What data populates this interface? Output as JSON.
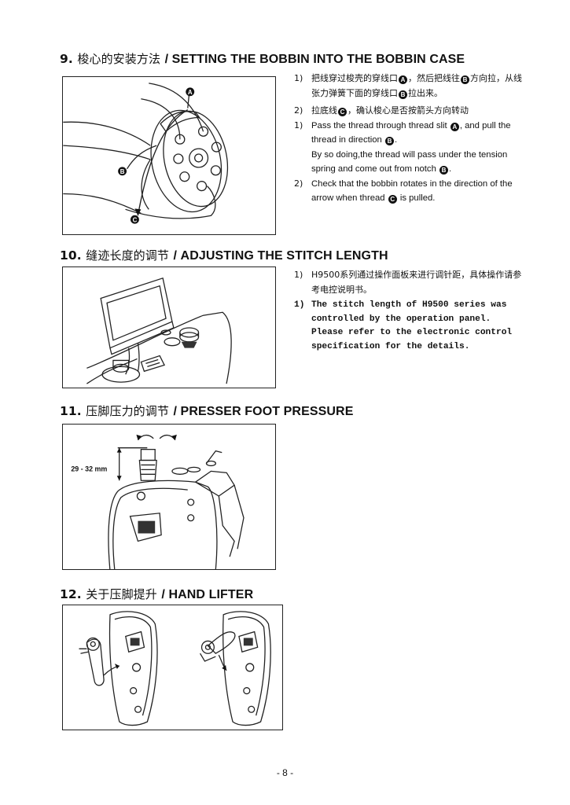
{
  "sections": [
    {
      "num": "9.",
      "zh": "梭心的安装方法",
      "en": "/ SETTING THE BOBBIN INTO THE BOBBIN CASE",
      "labels": [
        "A",
        "B",
        "C"
      ],
      "steps_zh": [
        {
          "label": "1)",
          "parts": [
            "把线穿过梭壳的穿线口",
            "A",
            "，然后把线往",
            "B",
            "方向拉，从线张力弹簧下面的穿线口",
            "B",
            "拉出来。"
          ]
        },
        {
          "label": "2)",
          "parts": [
            "拉底线",
            "C",
            "，确认梭心是否按箭头方向转动"
          ]
        }
      ],
      "steps_en": [
        {
          "label": "1)",
          "parts": [
            "Pass the thread through thread slit ",
            "A",
            ", and pull the thread in direction ",
            "B",
            ".",
            " By so doing,the thread will pass under the tension spring and come out from notch ",
            "B",
            "."
          ]
        },
        {
          "label": "2)",
          "parts": [
            "Check that the bobbin rotates in the direction of the arrow when thread ",
            "C",
            " is pulled."
          ]
        }
      ]
    },
    {
      "num": "10.",
      "zh": "缝迹长度的调节",
      "en": "/ ADJUSTING THE STITCH LENGTH",
      "step_zh": {
        "label": "1)",
        "text": "H9500系列通过操作面板来进行调针距，具体操作请参考电控说明书。"
      },
      "step_en": {
        "label": "1)",
        "lines": [
          "The stitch length of H9500 series was",
          "controlled by the operation panel.",
          "Please refer to the electronic control",
          "specification for the details."
        ]
      }
    },
    {
      "num": "11.",
      "zh": "压脚压力的调节",
      "en": "/ PRESSER FOOT PRESSURE",
      "measure": "29 - 32 mm"
    },
    {
      "num": "12.",
      "zh": "关于压脚提升",
      "en": "/ HAND LIFTER"
    }
  ],
  "page_number": "- 8 -"
}
